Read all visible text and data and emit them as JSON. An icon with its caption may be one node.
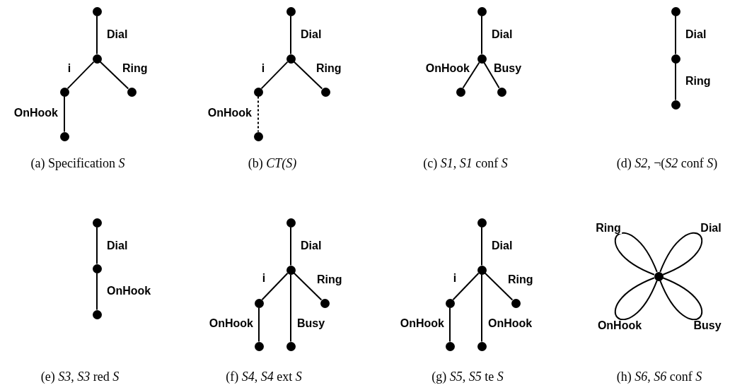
{
  "diagram": {
    "nodes": [
      {
        "text": [],
        "shape": "circle"
      },
      {
        "text": [],
        "shape": "circle"
      },
      {
        "text": [],
        "shape": "circle"
      },
      {
        "text": [],
        "shape": "circle"
      },
      {
        "text": [],
        "shape": "circle"
      },
      {
        "text": [],
        "shape": "circle"
      },
      {
        "text": [],
        "shape": "circle"
      },
      {
        "text": [],
        "shape": "circle"
      },
      {
        "text": [],
        "shape": "circle"
      },
      {
        "text": [],
        "shape": "circle"
      },
      {
        "text": [],
        "shape": "circle"
      },
      {
        "text": [],
        "shape": "circle"
      },
      {
        "text": [],
        "shape": "circle"
      },
      {
        "text": [],
        "shape": "circle"
      },
      {
        "text": [],
        "shape": "circle"
      },
      {
        "text": [],
        "shape": "circle"
      },
      {
        "text": [],
        "shape": "circle"
      },
      {
        "text": [],
        "shape": "circle"
      },
      {
        "text": [],
        "shape": "circle"
      },
      {
        "text": [],
        "shape": "circle"
      },
      {
        "text": [],
        "shape": "circle"
      },
      {
        "text": [],
        "shape": "circle"
      },
      {
        "text": [],
        "shape": "circle"
      },
      {
        "text": [],
        "shape": "circle"
      },
      {
        "text": [],
        "shape": "circle"
      },
      {
        "text": [],
        "shape": "circle"
      },
      {
        "text": [],
        "shape": "circle"
      },
      {
        "text": [],
        "shape": "circle"
      },
      {
        "text": [],
        "shape": "circle"
      },
      {
        "text": [],
        "shape": "circle"
      },
      {
        "text": [],
        "shape": "circle"
      },
      {
        "text": [],
        "shape": "circle"
      },
      {
        "text": [],
        "shape": "circle"
      }
    ],
    "edges": [
      {
        "from": 0,
        "to": 1,
        "arrow": "none",
        "label": "Dial"
      },
      {
        "from": 1,
        "to": 2,
        "arrow": "none",
        "label": "i"
      },
      {
        "from": 1,
        "to": 3,
        "arrow": "none",
        "label": "Ring"
      },
      {
        "from": 2,
        "to": 4,
        "arrow": "none",
        "label": "OnHook"
      },
      {
        "from": 5,
        "to": 6,
        "arrow": "none",
        "label": "Dial"
      },
      {
        "from": 6,
        "to": 7,
        "arrow": "none",
        "label": "i"
      },
      {
        "from": 6,
        "to": 8,
        "arrow": "none",
        "label": "Ring"
      },
      {
        "from": 7,
        "to": 9,
        "arrow": "none",
        "label": "OnHook",
        "style": "dashed"
      },
      {
        "from": 10,
        "to": 11,
        "arrow": "none",
        "label": "Dial"
      },
      {
        "from": 11,
        "to": 12,
        "arrow": "none",
        "label": "OnHook"
      },
      {
        "from": 11,
        "to": 13,
        "arrow": "none",
        "label": "Busy"
      },
      {
        "from": 14,
        "to": 15,
        "arrow": "none",
        "label": "Dial"
      },
      {
        "from": 15,
        "to": 16,
        "arrow": "none",
        "label": "Ring"
      },
      {
        "from": 17,
        "to": 18,
        "arrow": "none",
        "label": "Dial"
      },
      {
        "from": 18,
        "to": 19,
        "arrow": "none",
        "label": "OnHook"
      },
      {
        "from": 20,
        "to": 21,
        "arrow": "none",
        "label": "Dial"
      },
      {
        "from": 21,
        "to": 22,
        "arrow": "none",
        "label": "i"
      },
      {
        "from": 21,
        "to": 23,
        "arrow": "none",
        "label": "Ring"
      },
      {
        "from": 22,
        "to": 24,
        "arrow": "none",
        "label": "OnHook"
      },
      {
        "from": 21,
        "to": 25,
        "arrow": "none",
        "label": "Busy"
      },
      {
        "from": 26,
        "to": 27,
        "arrow": "none",
        "label": "Dial"
      },
      {
        "from": 27,
        "to": 28,
        "arrow": "none",
        "label": "i"
      },
      {
        "from": 27,
        "to": 29,
        "arrow": "none",
        "label": "Ring"
      },
      {
        "from": 28,
        "to": 30,
        "arrow": "none",
        "label": "OnHook"
      },
      {
        "from": 27,
        "to": 31,
        "arrow": "none",
        "label": "OnHook"
      },
      {
        "from": 32,
        "to": 32,
        "arrow": "none",
        "label": "Ring"
      },
      {
        "from": 32,
        "to": 32,
        "arrow": "none",
        "label": "Dial"
      },
      {
        "from": 32,
        "to": 32,
        "arrow": "none",
        "label": "OnHook"
      },
      {
        "from": 32,
        "to": 32,
        "arrow": "none",
        "label": "Busy"
      }
    ],
    "labels": [
      "(a) Specification *S*",
      "(b) *CT(S)*",
      "(c) *S1*, *S1* conf *S*",
      "(d) *S2*, ¬(*S2* conf *S*)",
      "(e) *S3*, *S3* red *S*",
      "(f) *S4*, *S4* ext *S*",
      "(g) *S5*, *S5* te *S*",
      "(h) *S6*, *S6* conf *S*"
    ]
  }
}
